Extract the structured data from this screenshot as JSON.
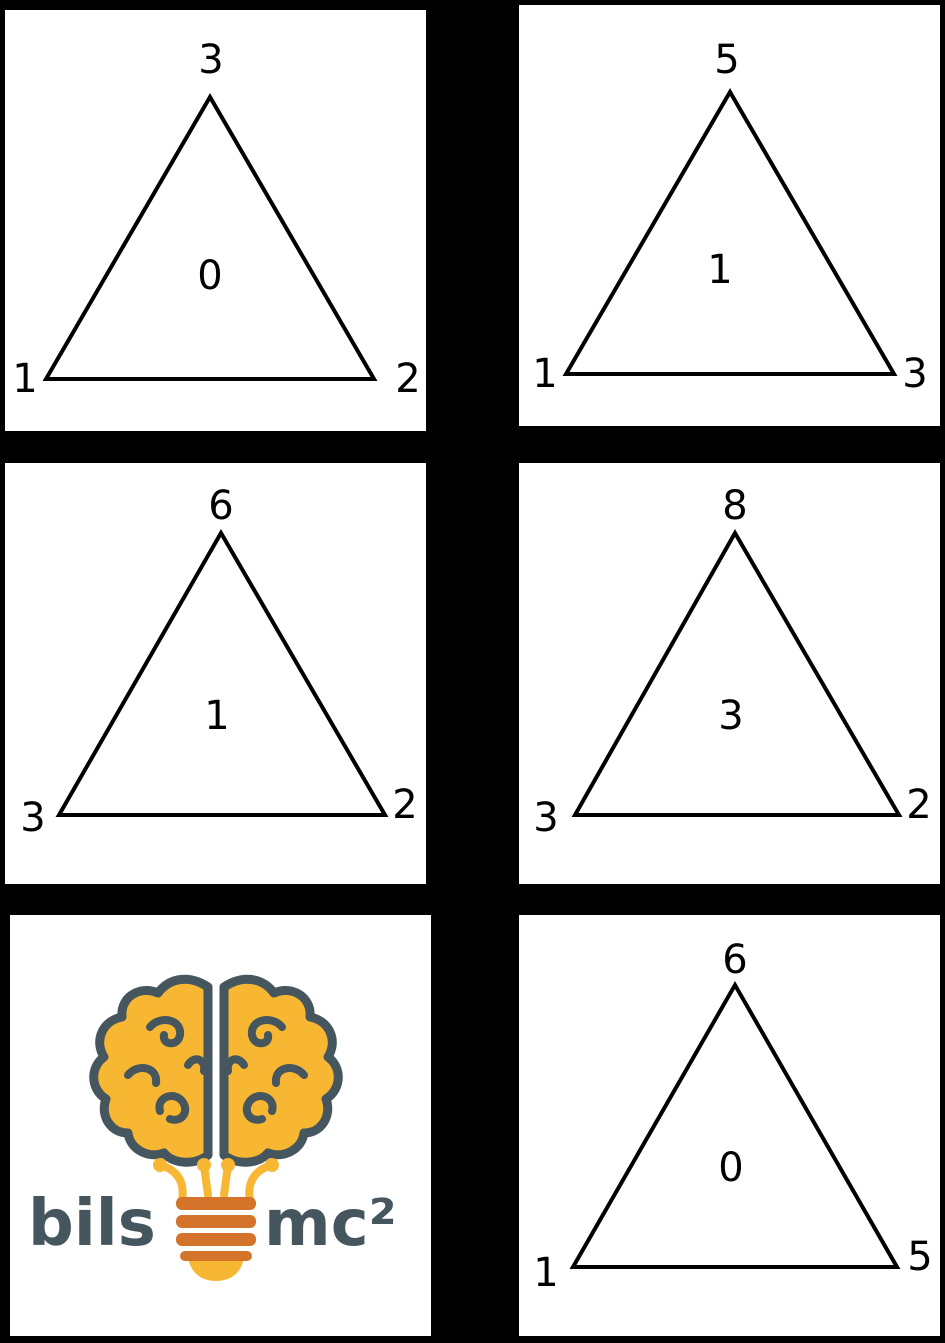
{
  "cards": [
    {
      "top": "3",
      "left": "1",
      "right": "2",
      "center": "0"
    },
    {
      "top": "5",
      "left": "1",
      "right": "3",
      "center": "1"
    },
    {
      "top": "6",
      "left": "3",
      "right": "2",
      "center": "1"
    },
    {
      "top": "8",
      "left": "3",
      "right": "2",
      "center": "3"
    },
    {
      "top": "6",
      "left": "1",
      "right": "5",
      "center": "0"
    }
  ],
  "logo": {
    "left_word": "bils",
    "right_word": "mc²",
    "colors": {
      "brain": "#f7b733",
      "outline": "#46565f",
      "coil": "#d4742a",
      "bulb": "#f7b733"
    }
  }
}
